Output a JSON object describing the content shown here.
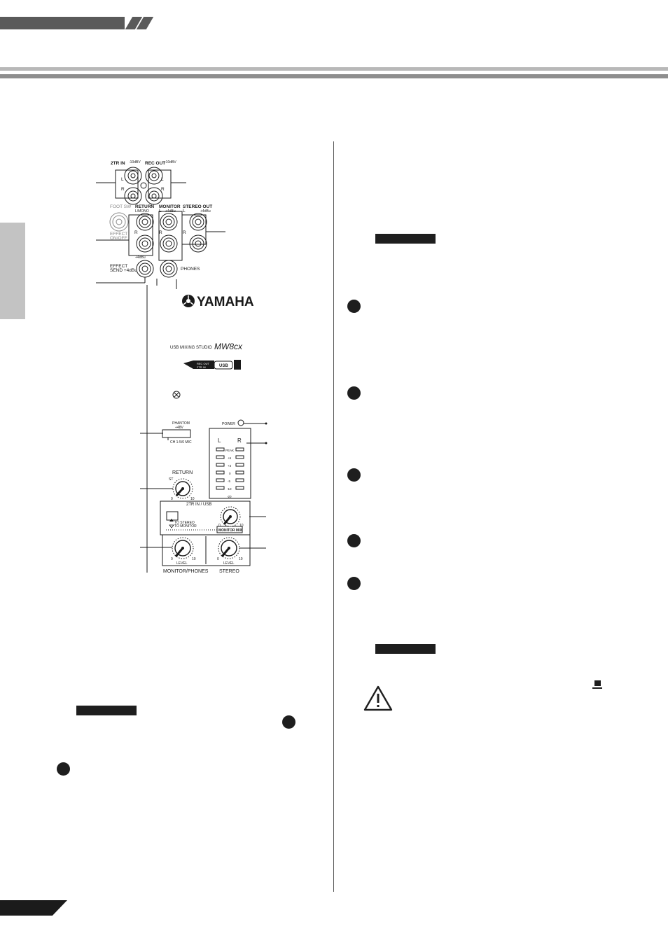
{
  "panel": {
    "jacks": {
      "twotr_in": "2TR IN",
      "twotr_in_level": "-10dBV",
      "rec_out": "REC OUT",
      "rec_out_level": "-10dBV",
      "left": "L",
      "right": "R",
      "foot_sw": "FOOT SW",
      "effect_onoff_1": "EFFECT",
      "effect_onoff_2": "ON/OFF",
      "return": "RETURN",
      "return_mono": "L/MONO",
      "return_level": "+4dBu",
      "monitor": "MONITOR",
      "monitor_level": "+4dBu",
      "stereo_out": "STEREO OUT",
      "stereo_out_level": "+4dBu",
      "effect_send_1": "EFFECT",
      "effect_send_2": "SEND +4dBu",
      "phones": "PHONES"
    },
    "brand": {
      "logo": "YAMAHA",
      "product_line": "USB MIXING STUDIO",
      "model": "MW8cx",
      "rec_out": "REC OUT",
      "twotr_in": "2TR IN",
      "usb": "USB"
    },
    "controls": {
      "phantom_1": "PHANTOM",
      "phantom_2": "+48V",
      "phantom_ch": "CH 1-5/6 MIC",
      "power": "POWER",
      "meter_l": "L",
      "meter_r": "R",
      "meter_scale": [
        "PEAK",
        "+6",
        "+3",
        "0",
        "-5",
        "-10",
        "-20"
      ],
      "return_knob": "RETURN",
      "return_st": "ST",
      "scale_min": "0",
      "scale_max": "10",
      "twotr_usb": "2TR IN / USB",
      "to_stereo": "TO STEREO",
      "to_monitor": "TO MONITOR",
      "monitor_mix": "MONITOR MIX",
      "level": "LEVEL",
      "monitor_phones": "MONITOR/PHONES",
      "stereo": "STEREO"
    }
  }
}
